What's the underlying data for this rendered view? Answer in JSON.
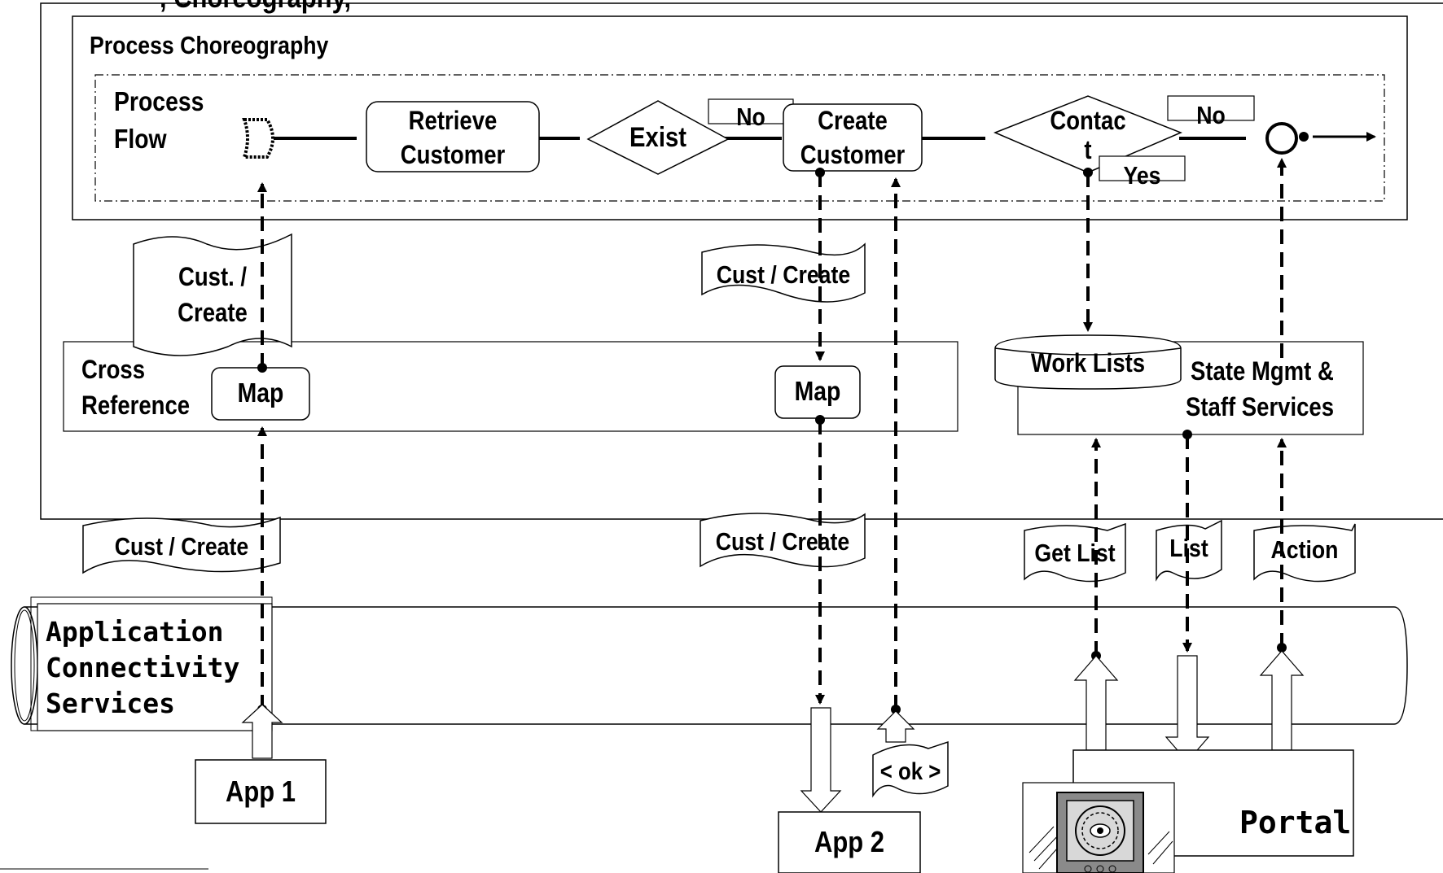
{
  "page_title": ", Choreography, ",
  "choreography": {
    "title": "Process Choreography"
  },
  "process_flow": {
    "label_line1": "Process",
    "label_line2": "Flow",
    "retrieve_customer_line1": "Retrieve",
    "retrieve_customer_line2": "Customer",
    "exist_decision": "Exist",
    "no_label_1": "No",
    "create_customer_line1": "Create",
    "create_customer_line2": "Customer",
    "contact_decision_line1": "Contac",
    "contact_decision_line2": "t",
    "yes_label": "Yes",
    "no_label_2": "No"
  },
  "cross_reference": {
    "label_line1": "Cross",
    "label_line2": "Reference",
    "map_left": "Map",
    "map_right": "Map"
  },
  "documents": {
    "cust_create_top_line1": "Cust. /",
    "cust_create_top_line2": "Create",
    "cust_create_mid": "Cust / Create",
    "cust_create_left_bottom": "Cust / Create",
    "cust_create_right_bottom": "Cust / Create",
    "get_list": "Get List",
    "list": "List",
    "action": "Action",
    "ok": "< ok >"
  },
  "state_mgmt": {
    "work_lists": "Work Lists",
    "label_line1": "State Mgmt &",
    "label_line2": "Staff Services"
  },
  "bus": {
    "label_line1": "Application",
    "label_line2": "Connectivity",
    "label_line3": "Services"
  },
  "apps": {
    "app1": "App 1",
    "app2": "App 2",
    "portal": "Portal"
  }
}
